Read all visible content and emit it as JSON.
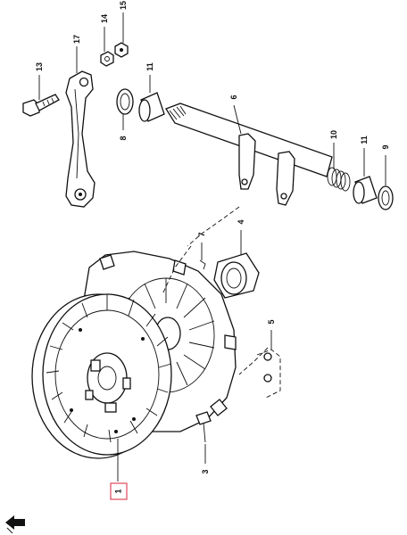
{
  "diagram": {
    "callouts": {
      "p15": "15",
      "p14": "14",
      "p17": "17",
      "p13": "13",
      "p11_top": "11",
      "p6": "6",
      "p8": "8",
      "p10": "10",
      "p11_right": "11",
      "p9": "9",
      "p4": "4",
      "p7": "7",
      "p5": "5",
      "p3": "3",
      "p1": "1"
    },
    "highlighted_part": "1",
    "highlight_color": "#e0465a",
    "corner_icon": "front-direction-arrow-icon"
  }
}
